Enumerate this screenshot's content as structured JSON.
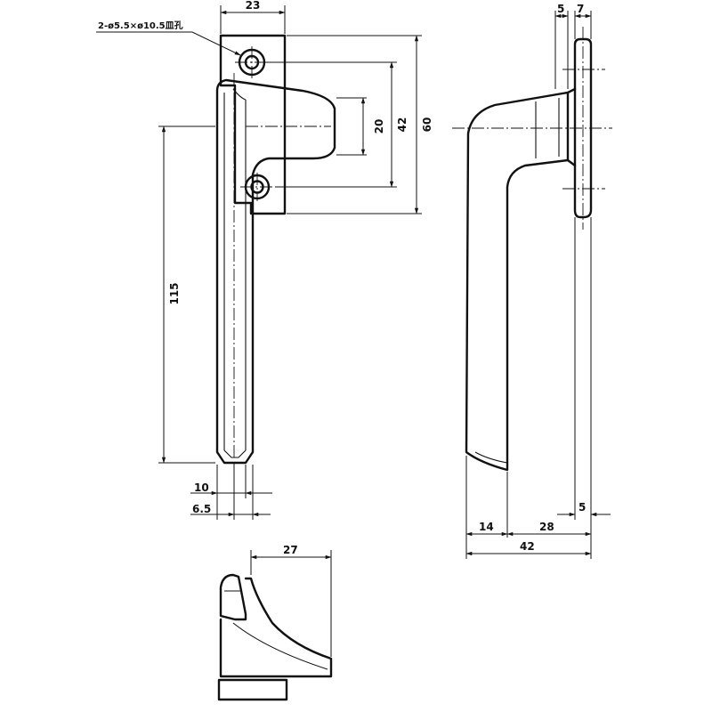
{
  "note": {
    "hole_spec": "2-ø5.5×ø10.5皿孔"
  },
  "front_view": {
    "dimensions": {
      "width_top": "23",
      "hole_pitch": "20",
      "base_height_42": "42",
      "base_height_60": "60",
      "handle_length": "115",
      "tip_width": "10",
      "offset": "6.5"
    }
  },
  "side_view": {
    "dimensions": {
      "plate_5": "5",
      "plate_7": "7",
      "bottom_5": "5",
      "grip_14": "14",
      "grip_28": "28",
      "overall_42": "42"
    }
  },
  "bottom_view": {
    "dimensions": {
      "depth_27": "27"
    }
  }
}
